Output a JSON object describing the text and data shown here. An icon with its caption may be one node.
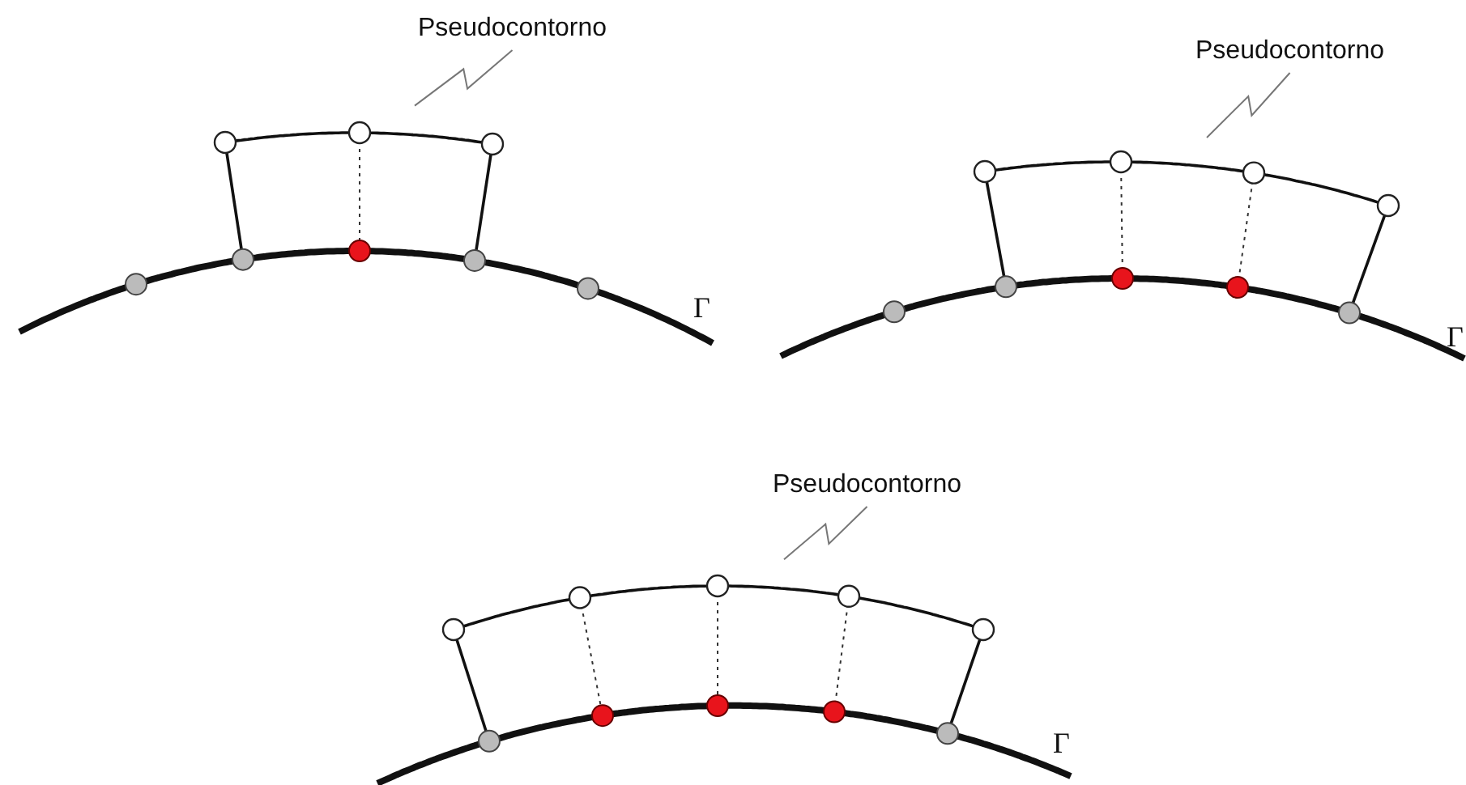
{
  "diagram": {
    "nodes": [
      {
        "text": [
          "Pseudocontorno"
        ]
      },
      {
        "text": [],
        "shape": "line"
      },
      {
        "text": [
          "Pseudocontorno"
        ]
      },
      {
        "text": [],
        "shape": "line"
      },
      {
        "text": [
          "Pseudocontorno"
        ]
      },
      {
        "text": [],
        "shape": "line"
      }
    ],
    "edges": [
      {
        "from": 0,
        "to": 1,
        "arrow": "none"
      },
      {
        "from": 2,
        "to": 3,
        "arrow": "none"
      },
      {
        "from": 4,
        "to": 5,
        "arrow": "none"
      }
    ],
    "labels": [
      "Γ",
      "Γ",
      "Γ"
    ]
  }
}
